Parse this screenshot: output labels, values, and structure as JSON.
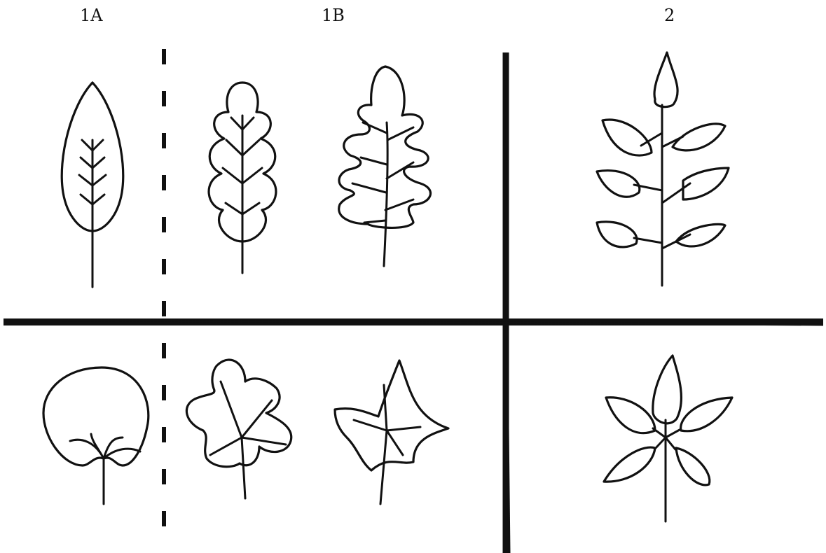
{
  "labels": {
    "col_1a": "1A",
    "col_1b": "1B",
    "col_2": "2"
  }
}
